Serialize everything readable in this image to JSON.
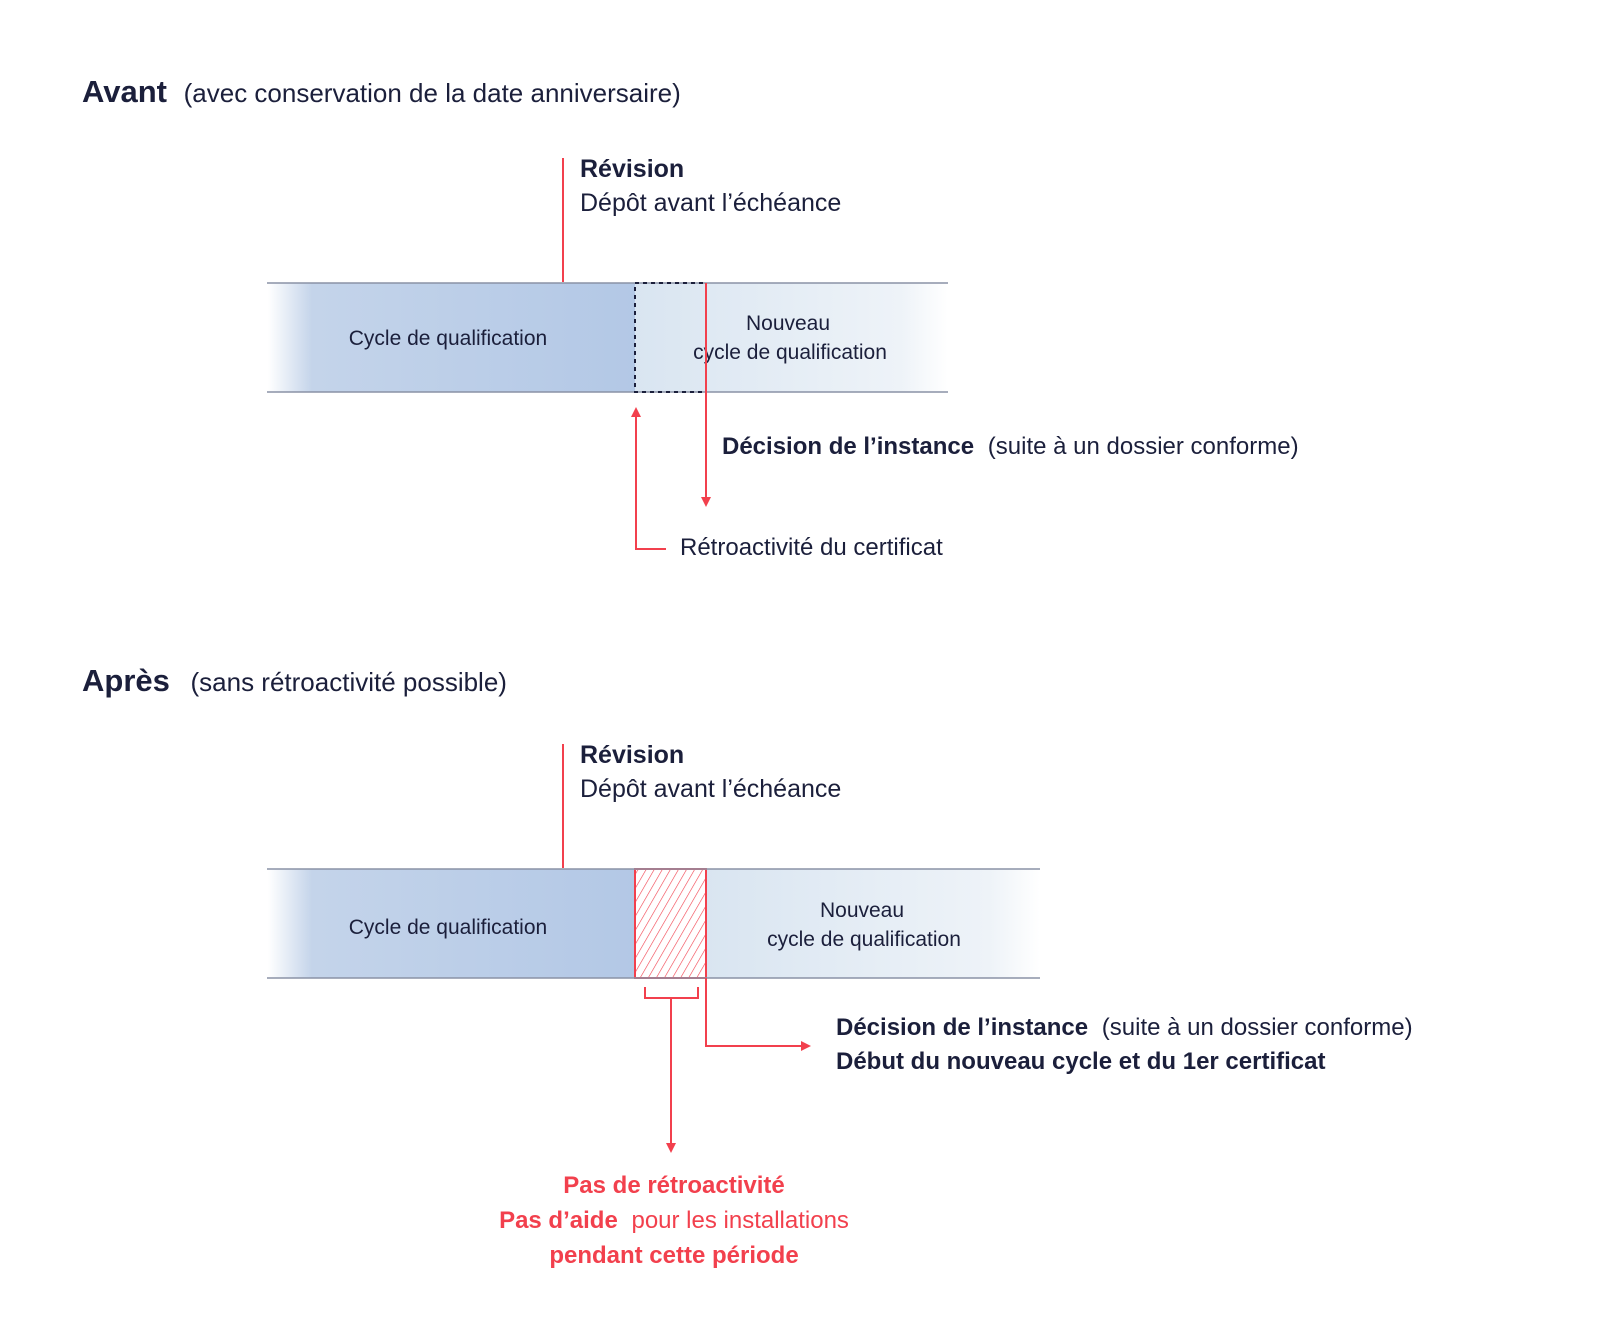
{
  "colors": {
    "navy": "#1b1f3b",
    "red": "#f2404d",
    "cycle_blue": "#b3c8e6",
    "new_cycle_blue": "#dde8f2",
    "band_line": "#8a92a6"
  },
  "before": {
    "title_bold": "Avant",
    "title_rest": "(avec conservation de la date anniversaire)",
    "revision_title": "Révision",
    "revision_sub": "Dépôt avant l’échéance",
    "cycle_label": "Cycle de qualification",
    "new_cycle_line1": "Nouveau",
    "new_cycle_line2": "cycle de qualification",
    "decision_bold": "Décision de l’instance",
    "decision_rest": "(suite à un dossier conforme)",
    "retro_label": "Rétroactivité du certificat"
  },
  "after": {
    "title_bold": "Après",
    "title_rest": "(sans rétroactivité possible)",
    "revision_title": "Révision",
    "revision_sub": "Dépôt avant l’échéance",
    "cycle_label": "Cycle de qualification",
    "new_cycle_line1": "Nouveau",
    "new_cycle_line2": "cycle de qualification",
    "decision_bold": "Décision de l’instance",
    "decision_rest": "(suite à un dossier conforme)",
    "decision_line2": "Début du nouveau cycle et du 1er certificat",
    "no_retro": "Pas de rétroactivité",
    "no_aid_bold": "Pas d’aide",
    "no_aid_rest": "pour les installations",
    "period": "pendant cette période"
  }
}
